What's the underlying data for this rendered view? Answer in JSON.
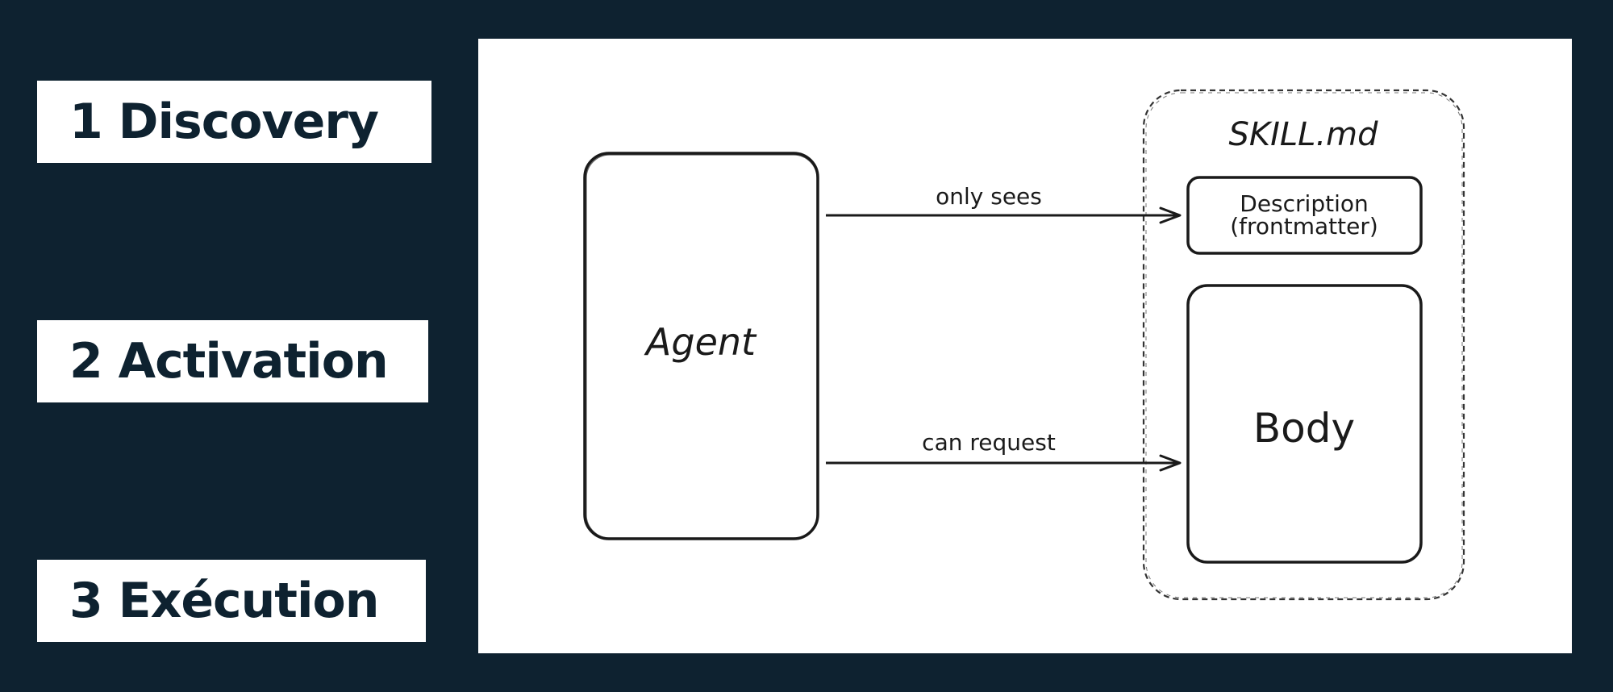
{
  "steps": [
    {
      "label": "1 Discovery"
    },
    {
      "label": "2 Activation"
    },
    {
      "label": "3 Exécution"
    }
  ],
  "diagram": {
    "agent_label": "Agent",
    "skill_title": "SKILL.md",
    "description_line1": "Description",
    "description_line2": "(frontmatter)",
    "body_label": "Body",
    "arrow_top_label": "only sees",
    "arrow_bottom_label": "can request"
  },
  "colors": {
    "background": "#0e2230",
    "panel": "#ffffff",
    "ink": "#1a1a1a"
  }
}
